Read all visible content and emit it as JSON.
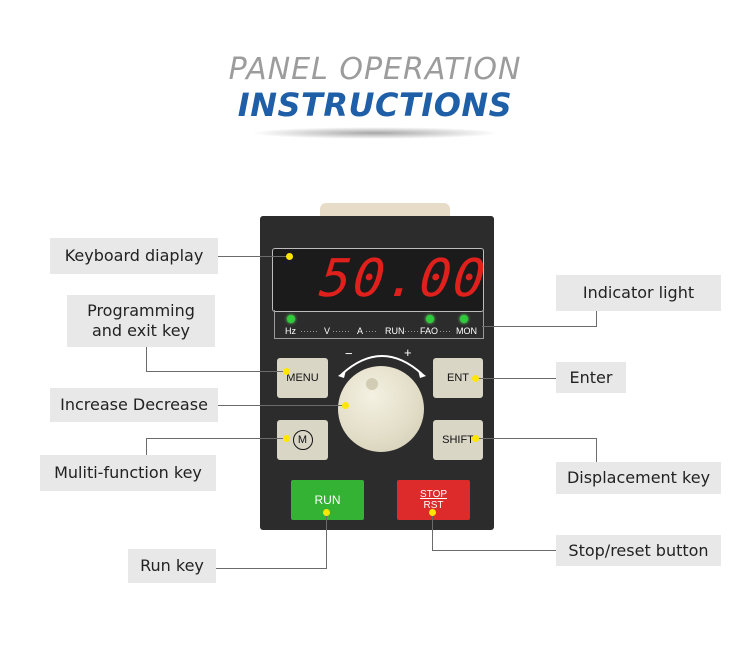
{
  "header": {
    "title_line1": "PANEL OPERATION",
    "title_line2": "INSTRUCTIONS"
  },
  "labels": {
    "keyboard_display": "Keyboard diaplay",
    "programming_line1": "Programming",
    "programming_line2": "and exit key",
    "increase_decrease": "Increase Decrease",
    "multifunction": "Muliti-function key",
    "run_key": "Run key",
    "indicator_light": "Indicator light",
    "enter": "Enter",
    "displacement": "Displacement key",
    "stop_reset": "Stop/reset button"
  },
  "panel": {
    "display_value": "50.00",
    "indicators": [
      "Hz",
      "V",
      "A",
      "RUN",
      "FAO",
      "MON"
    ],
    "keys": {
      "menu": "MENU",
      "ent": "ENT",
      "m": "M",
      "shift": "SHIFT",
      "run": "RUN",
      "stop": "STOP",
      "rst": "RST"
    },
    "knob_minus": "−",
    "knob_plus": "+"
  },
  "colors": {
    "title_gray": "#9c9c9c",
    "title_blue": "#1e5fa8",
    "device_body": "#2c2c2c",
    "display_red": "#e0201c",
    "run_green": "#33b233",
    "stop_red": "#dd2a2a",
    "marker_yellow": "#ffe600",
    "label_bg": "#e8e8e8"
  }
}
